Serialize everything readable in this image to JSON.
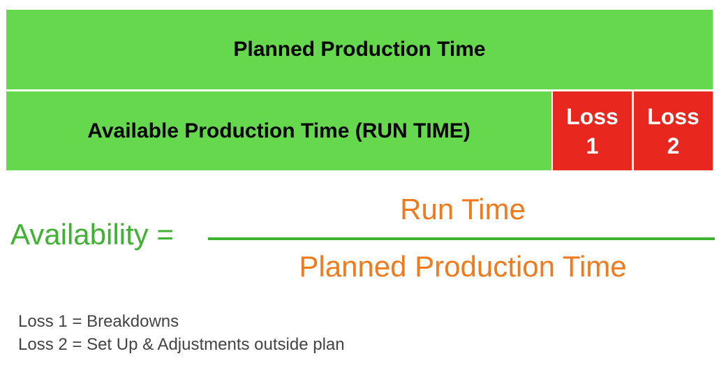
{
  "diagram": {
    "planned_production_time": "Planned Production Time",
    "available_production_time": "Available Production Time (RUN TIME)",
    "loss1": {
      "line1": "Loss",
      "line2": "1"
    },
    "loss2": {
      "line1": "Loss",
      "line2": "2"
    }
  },
  "formula": {
    "lhs": "Availability =",
    "numerator": "Run Time",
    "denominator": "Planned Production Time"
  },
  "legend": [
    "Loss 1 = Breakdowns",
    "Loss 2 = Set Up & Adjustments outside plan"
  ],
  "colors": {
    "green_block": "#66d84e",
    "red_block": "#e8281e",
    "formula_green": "#3fb233",
    "formula_orange": "#f07a1e"
  }
}
